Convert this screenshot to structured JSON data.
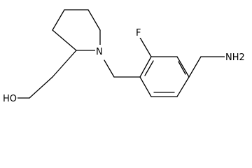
{
  "molecule": {
    "labels": {
      "nitrogen": "N",
      "fluorine": "F",
      "hydroxyl": "HO",
      "amine": "NH2"
    }
  }
}
